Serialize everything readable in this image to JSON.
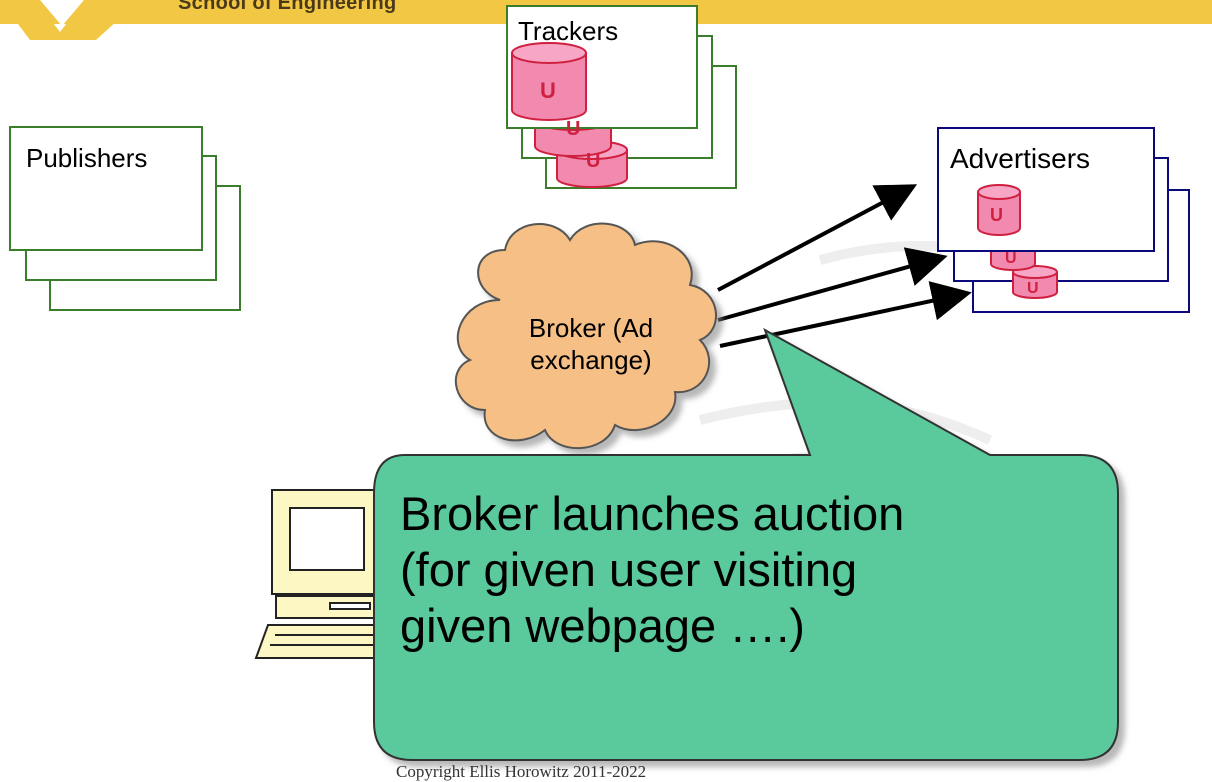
{
  "header": {
    "school_name": "School of Engineering"
  },
  "diagram": {
    "publishers_label": "Publishers",
    "trackers_label": "Trackers",
    "advertisers_label": "Advertisers",
    "database_label": "U",
    "broker_label": "Broker  (Ad exchange)",
    "callout_text": "Broker launches auction\n(for given user visiting\ngiven webpage ….)"
  },
  "footer": {
    "copyright": "Copyright Ellis Horowitz 2011-2022"
  },
  "colors": {
    "banner": "#f2c744",
    "publisher_border": "#3a7d2a",
    "tracker_border": "#3a7d2a",
    "advertiser_border": "#0a0a7a",
    "database_fill": "#f28ab0",
    "database_stroke": "#d02040",
    "cloud_fill": "#f5bf85",
    "callout_fill": "#5ac99b"
  }
}
